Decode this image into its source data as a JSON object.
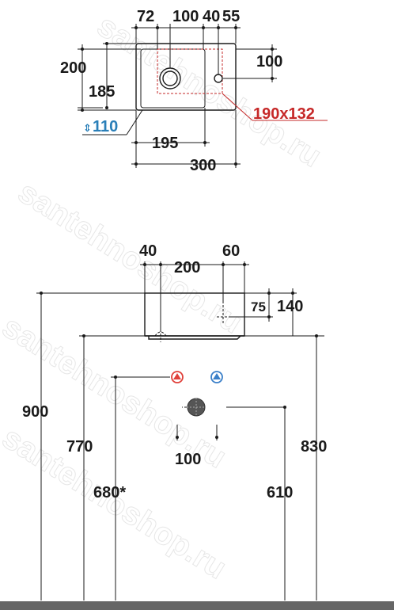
{
  "watermark": "santehnoshop.ru",
  "top_view": {
    "dims": {
      "d72": "72",
      "d100_top": "100",
      "d40": "40",
      "d55": "55",
      "d200": "200",
      "d185": "185",
      "d100_right": "100",
      "d190x132": "190x132",
      "d110": "110",
      "d195": "195",
      "d300": "300"
    }
  },
  "front_view": {
    "dims": {
      "d40": "40",
      "d200": "200",
      "d60": "60",
      "d75": "75",
      "d140": "140",
      "d900": "900",
      "d770": "770",
      "d680": "680*",
      "d100": "100",
      "d830": "830",
      "d610": "610"
    }
  },
  "colors": {
    "hot": "#e0403a",
    "cold": "#3a7fc8",
    "drain": "#555555",
    "red_text": "#c62828",
    "blue_text": "#2a7fb8"
  }
}
